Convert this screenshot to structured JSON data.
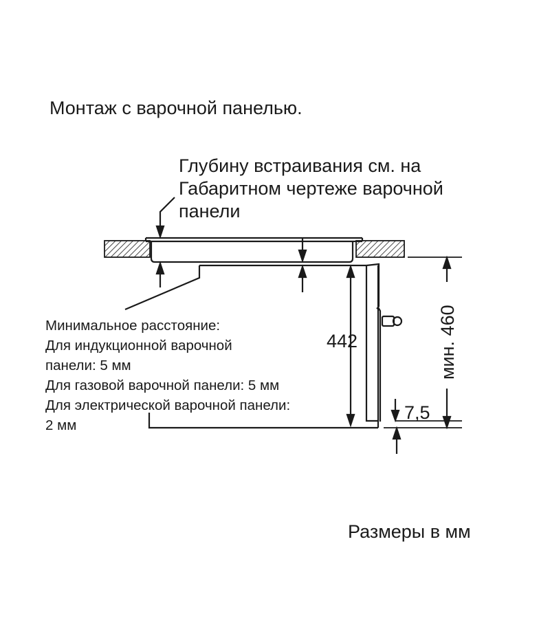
{
  "title": "Монтаж с варочной панелью.",
  "depth_note": [
    "Глубину встраивания см. на",
    "Габаритном чертеже варочной",
    "панели"
  ],
  "min_distance": [
    "Минимальное расстояние:",
    "Для индукционной варочной",
    "панели: 5 мм",
    "Для газовой варочной панели: 5 мм",
    "Для электрической варочной панели:",
    "2 мм"
  ],
  "dimensions": {
    "height_442": "442",
    "min_460": "мин. 460",
    "gap_7_5": "7,5"
  },
  "units_note": "Размеры в мм",
  "colors": {
    "line": "#1a1a1a",
    "hatch": "#1a1a1a",
    "background": "#ffffff"
  }
}
